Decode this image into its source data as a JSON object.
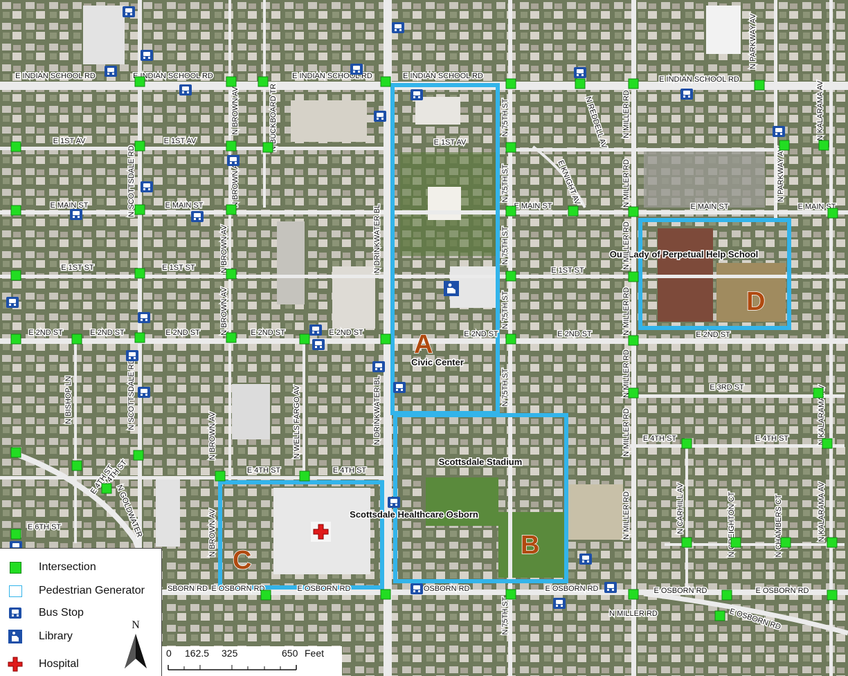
{
  "colors": {
    "zone_outline": "#33b4ea",
    "intersection": "#22dd22",
    "bus_stop": "#1d4fa8",
    "library": "#1d4fa8",
    "hospital": "#e01b1b",
    "zone_letter": "#b04a10",
    "road": "#ebebeb",
    "aerial": "#6f7a5c"
  },
  "streets": [
    {
      "label": "E INDIAN SCHOOL RD"
    },
    {
      "label": "E INDIAN SCHOOL RD"
    },
    {
      "label": "E INDIAN SCHOOL RD"
    },
    {
      "label": "E INDIAN SCHOOL RD"
    },
    {
      "label": "E INDIAN SCHOOL RD"
    },
    {
      "label": "E 1ST AV"
    },
    {
      "label": "E 1ST AV"
    },
    {
      "label": "E 1ST AV"
    },
    {
      "label": "E MAIN ST"
    },
    {
      "label": "E MAIN ST"
    },
    {
      "label": "E MAIN ST"
    },
    {
      "label": "E MAIN ST"
    },
    {
      "label": "E MAIN ST"
    },
    {
      "label": "E 1ST ST"
    },
    {
      "label": "E 1ST ST"
    },
    {
      "label": "E 1ST ST"
    },
    {
      "label": "E 2ND ST"
    },
    {
      "label": "E 2ND ST"
    },
    {
      "label": "E 2ND ST"
    },
    {
      "label": "E 2ND ST"
    },
    {
      "label": "E 2ND ST"
    },
    {
      "label": "E 2ND ST"
    },
    {
      "label": "E 2ND ST"
    },
    {
      "label": "E 2ND ST"
    },
    {
      "label": "E 3RD ST"
    },
    {
      "label": "E 4TH ST"
    },
    {
      "label": "E 4TH ST"
    },
    {
      "label": "E 4TH ST"
    },
    {
      "label": "E 4TH ST"
    },
    {
      "label": "E 4TH ST"
    },
    {
      "label": "E 6TH ST"
    },
    {
      "label": "SBORN RD"
    },
    {
      "label": "E OSBORN RD"
    },
    {
      "label": "E OSBORN RD"
    },
    {
      "label": "E OSBORN RD"
    },
    {
      "label": "E OSBORN RD"
    },
    {
      "label": "E OSBORN RD"
    },
    {
      "label": "E OSBORN RD"
    },
    {
      "label": "E OSBORN RD"
    },
    {
      "label": "N SCOTTSDALE RD"
    },
    {
      "label": "N SCOTTSDALE RD"
    },
    {
      "label": "N BROWN AV"
    },
    {
      "label": "N BROWN AV"
    },
    {
      "label": "N BROWN AV"
    },
    {
      "label": "N BROWN AV"
    },
    {
      "label": "N BROWN AV"
    },
    {
      "label": "N BROWN AV"
    },
    {
      "label": "N BUCKBOARD TR"
    },
    {
      "label": "N DRINKWATER BL"
    },
    {
      "label": "N DRINKWATER BL"
    },
    {
      "label": "N 75TH ST"
    },
    {
      "label": "N 75TH ST"
    },
    {
      "label": "N 75TH ST"
    },
    {
      "label": "N 75TH ST"
    },
    {
      "label": "N 75TH ST"
    },
    {
      "label": "N 75TH ST"
    },
    {
      "label": "N REDDELL AV"
    },
    {
      "label": "E KNIGHT AV"
    },
    {
      "label": "N MILLER RD"
    },
    {
      "label": "N MILLER RD"
    },
    {
      "label": "N MILLER RD"
    },
    {
      "label": "N MILLER RD"
    },
    {
      "label": "N MILLER RD"
    },
    {
      "label": "N MILLER RD"
    },
    {
      "label": "N MILLER RD"
    },
    {
      "label": "N MILLER RD"
    },
    {
      "label": "N PARKWAY AV"
    },
    {
      "label": "N PARKWAY AV"
    },
    {
      "label": "N KALARAMA AV"
    },
    {
      "label": "N KALARAMA AV"
    },
    {
      "label": "N KALARAMA AV"
    },
    {
      "label": "N BISHOP LN"
    },
    {
      "label": "N WELLS FARGO AV"
    },
    {
      "label": "N GOLDWATER"
    },
    {
      "label": "E 4TH ST"
    },
    {
      "label": "N CARHILL AV"
    },
    {
      "label": "N CREIGHTON CT"
    },
    {
      "label": "N CHAMBERS CT"
    }
  ],
  "zones": [
    {
      "letter": "A",
      "name": "Civic Center"
    },
    {
      "letter": "B",
      "name": "Scottsdale Stadium"
    },
    {
      "letter": "C",
      "name": "Scottsdale Healthcare Osborn"
    },
    {
      "letter": "D",
      "name": "Our Lady of Perpetual Help School"
    }
  ],
  "legend": {
    "items": [
      {
        "symbol": "intersection",
        "label": "Intersection"
      },
      {
        "symbol": "pedestrian-generator",
        "label": "Pedestrian Generator"
      },
      {
        "symbol": "bus-stop",
        "label": "Bus Stop"
      },
      {
        "symbol": "library",
        "label": "Library"
      },
      {
        "symbol": "hospital",
        "label": "Hospital"
      }
    ]
  },
  "north_arrow": {
    "label": "N"
  },
  "scale_bar": {
    "ticks": [
      "0",
      "162.5",
      "325",
      "650"
    ],
    "unit": "Feet"
  }
}
